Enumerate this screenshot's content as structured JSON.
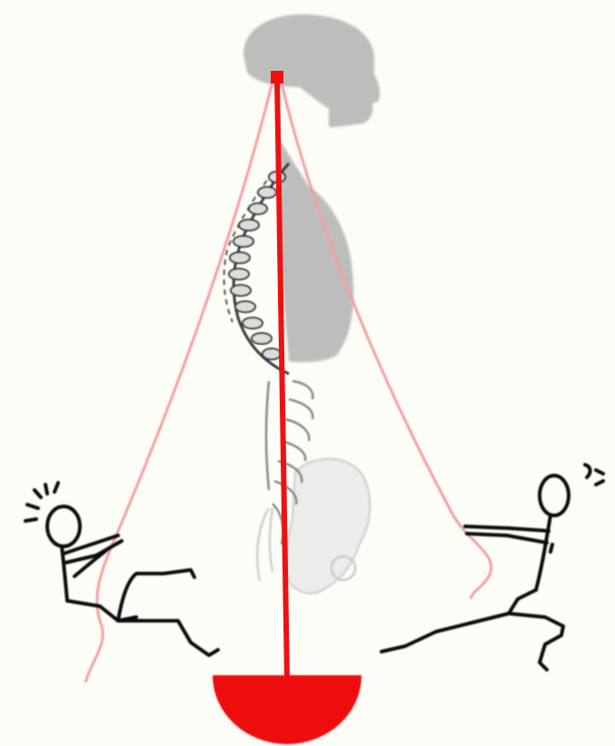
{
  "diagram": {
    "description_free": true,
    "colors": {
      "background": "#fdfdf7",
      "plumb_line": "#ee1111",
      "plumb_bob": "#ee0a0a",
      "rope": "#f5a0a0",
      "body_silhouette": "#bdbdbd",
      "pelvis": "#e8e8e8",
      "spine_outline": "#8a8a8a",
      "vertebrae_dark": "#333333",
      "stick_figure": "#111111"
    },
    "icons": {
      "head_torso": "head-torso-silhouette",
      "spine": "spine-vertebrae",
      "pelvis": "pelvis-outline",
      "plumb_bob": "half-disc-weight",
      "figure_left": "stick-figure-pulling-left",
      "figure_right": "stick-figure-pulling-right"
    }
  }
}
